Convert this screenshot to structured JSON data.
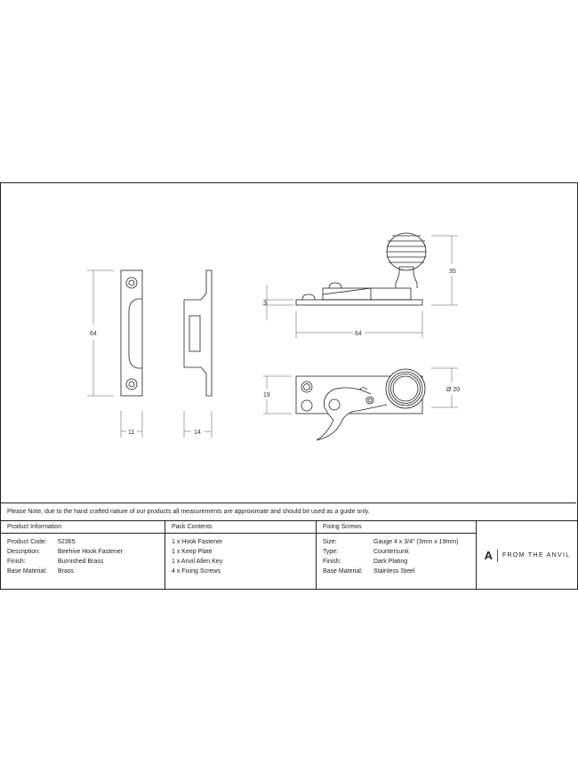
{
  "drawing": {
    "keep_plate": {
      "height_dim": "64",
      "width_dim": "11",
      "depth_dim": "14"
    },
    "fastener": {
      "plate_thickness_dim": "3",
      "height_dim": "35",
      "length_dim": "64",
      "width_dim": "19",
      "knob_diameter_dim": "Ø 20"
    }
  },
  "note": "Please Note, due to the hand crafted nature of our products all measurements are approximate and should be used as a guide only.",
  "product_information": {
    "title": "Product Information",
    "rows": [
      {
        "label": "Product Code:",
        "value": "52365"
      },
      {
        "label": "Description:",
        "value": "Beehive Hook Fastener"
      },
      {
        "label": "Finish:",
        "value": "Burnished Brass"
      },
      {
        "label": "Base Material:",
        "value": "Brass"
      }
    ]
  },
  "pack_contents": {
    "title": "Pack Contents",
    "items": [
      "1 x Hook Fastener",
      "1 x Keep Plate",
      "1 x Anvil Allen Key",
      "4 x Fixing Screws"
    ]
  },
  "fixing_screws": {
    "title": "Fixing Screws",
    "rows": [
      {
        "label": "Size:",
        "value": "Gauge 4 x 3/4\" (3mm x 19mm)"
      },
      {
        "label": "Type:",
        "value": "Countersunk"
      },
      {
        "label": "Finish:",
        "value": "Dark Plating"
      },
      {
        "label": "Base Material:",
        "value": "Stainless Steel"
      }
    ]
  },
  "brand": {
    "mark": "A",
    "name": "FROM THE ANVIL"
  }
}
